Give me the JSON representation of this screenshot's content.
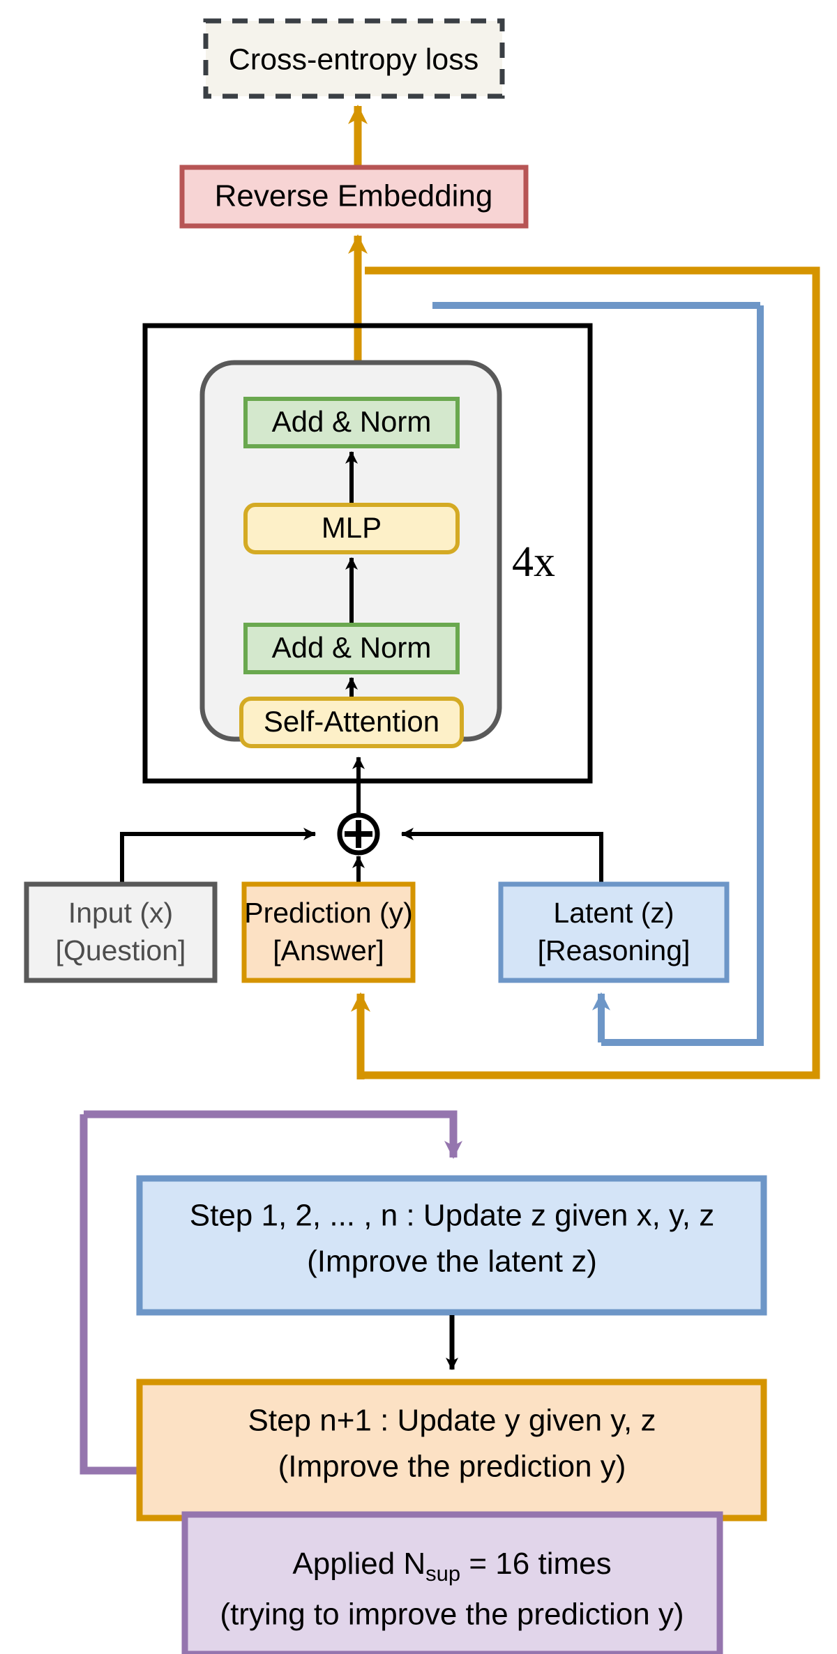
{
  "diagram": {
    "title_nodes": {
      "loss": "Cross-entropy loss",
      "reverse_embedding": "Reverse Embedding",
      "add_norm_top": "Add & Norm",
      "mlp": "MLP",
      "add_norm_bottom": "Add & Norm",
      "self_attention": "Self-Attention",
      "repeat_label": "4x",
      "plus_symbol": "+"
    },
    "state_nodes": {
      "input_line1": "Input (x)",
      "input_line2": "[Question]",
      "prediction_line1": "Prediction (y)",
      "prediction_line2": "[Answer]",
      "latent_line1": "Latent (z)",
      "latent_line2": "[Reasoning]"
    },
    "steps": {
      "step_z_line1": "Step 1, 2, ... , n : Update z given x, y, z",
      "step_z_line2": "(Improve the latent z)",
      "step_y_line1": "Step n+1 : Update y given y, z",
      "step_y_line2": "(Improve the prediction y)",
      "supervision_line1_pre": "Applied N",
      "supervision_line1_sub": "sup",
      "supervision_line1_post": " = 16 times",
      "supervision_line2": "(trying to improve the prediction y)"
    },
    "colors": {
      "loss_fill": "#f5f3ec",
      "loss_stroke": "#3a3f44",
      "reverse_fill": "#f7d4d4",
      "reverse_stroke": "#b75555",
      "block_fill": "#f2f2f2",
      "block_stroke": "#595959",
      "green_fill": "#d4e8cd",
      "green_stroke": "#6aa84f",
      "yellow_fill": "#fdf0c8",
      "yellow_stroke": "#d4aa24",
      "orange_fill": "#fce1c4",
      "orange_stroke": "#d59400",
      "blue_fill": "#d4e4f7",
      "blue_stroke": "#6d96c7",
      "gray_fill": "#f2f2f2",
      "gray_stroke": "#595959",
      "purple_fill": "#e1d5ea",
      "purple_stroke": "#9575ae",
      "black": "#000000"
    }
  }
}
